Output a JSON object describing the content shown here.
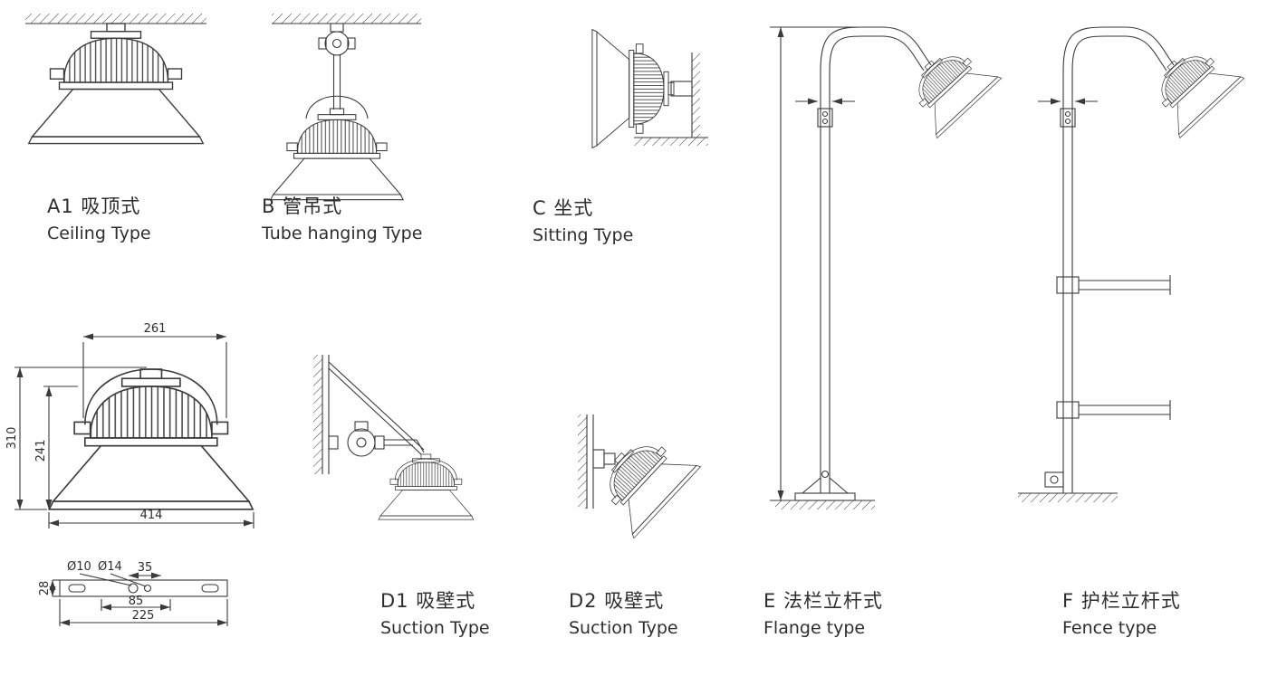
{
  "page": {
    "background": "#ffffff",
    "line_color": "#3a3a3a"
  },
  "figures": {
    "a1": {
      "zh": "A1 吸顶式",
      "en": "Ceiling  Type"
    },
    "b": {
      "zh": "B 管吊式",
      "en": "Tube hanging Type"
    },
    "c": {
      "zh": "C 坐式",
      "en": "Sitting  Type"
    },
    "d1": {
      "zh": "D1 吸壁式",
      "en": "Suction Type"
    },
    "d2": {
      "zh": "D2 吸壁式",
      "en": "Suction Type"
    },
    "e": {
      "zh": "E 法栏立杆式",
      "en": "Flange type"
    },
    "f": {
      "zh": "F 护栏立杆式",
      "en": "Fence type"
    }
  },
  "dimensions": {
    "lamp_top_width": "261",
    "lamp_overall_height": "310",
    "lamp_body_height": "241",
    "shade_diameter": "414",
    "hole_small": "Ø10",
    "hole_large": "Ø14",
    "bracket_hole_spacing_top": "35",
    "bracket_height": "28",
    "bracket_hole_spacing": "85",
    "bracket_length": "225"
  }
}
